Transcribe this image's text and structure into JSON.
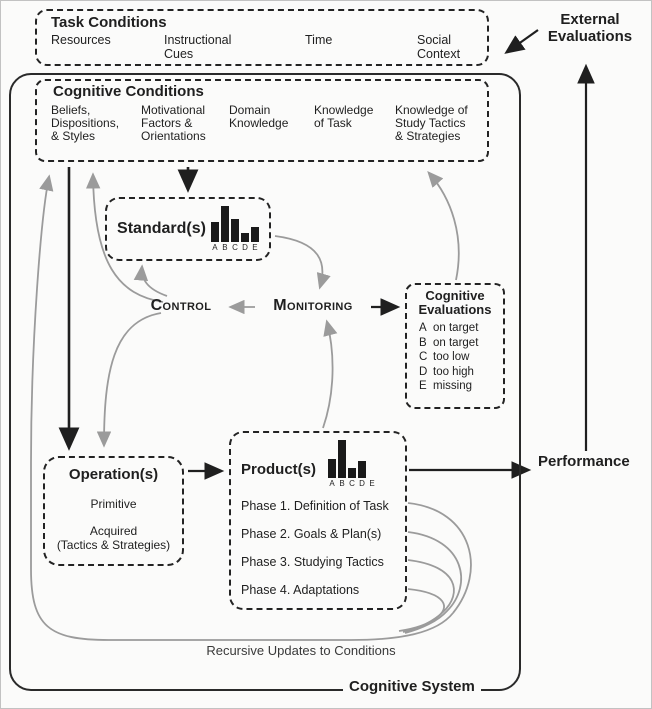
{
  "colors": {
    "ink": "#1f1f1f",
    "arrow_gray": "#9b9b9b",
    "background": "#fbfbfa"
  },
  "task_conditions": {
    "title": "Task Conditions",
    "items": [
      "Resources",
      "Instructional\nCues",
      "Time",
      "Social\nContext"
    ]
  },
  "cognitive_conditions": {
    "title": "Cognitive Conditions",
    "items": [
      "Beliefs,\nDispositions,\n& Styles",
      "Motivational\nFactors &\nOrientations",
      "Domain\nKnowledge",
      "Knowledge\nof Task",
      "Knowledge of\nStudy Tactics\n& Strategies"
    ]
  },
  "standards": {
    "label": "Standard(s)",
    "chart": {
      "type": "bar",
      "labels": [
        "A",
        "B",
        "C",
        "D",
        "E"
      ],
      "values": [
        55,
        100,
        65,
        25,
        42
      ]
    }
  },
  "control": {
    "label": "Control"
  },
  "monitoring": {
    "label": "Monitoring"
  },
  "cognitive_evaluations": {
    "title": "Cognitive\nEvaluations",
    "items": [
      {
        "key": "A",
        "value": "on target"
      },
      {
        "key": "B",
        "value": "on target"
      },
      {
        "key": "C",
        "value": "too low"
      },
      {
        "key": "D",
        "value": "too high"
      },
      {
        "key": "E",
        "value": "missing"
      }
    ]
  },
  "operations": {
    "title": "Operation(s)",
    "items": [
      "Primitive",
      "Acquired\n(Tactics & Strategies)"
    ]
  },
  "products": {
    "label": "Product(s)",
    "chart": {
      "type": "bar",
      "labels": [
        "A",
        "B",
        "C",
        "D",
        "E"
      ],
      "values": [
        50,
        100,
        25,
        45,
        0
      ]
    },
    "phases": [
      "Phase 1. Definition of Task",
      "Phase 2. Goals & Plan(s)",
      "Phase 3. Studying Tactics",
      "Phase 4. Adaptations"
    ]
  },
  "external_evaluations": {
    "label": "External\nEvaluations"
  },
  "performance": {
    "label": "Performance"
  },
  "recursive_note": {
    "label": "Recursive Updates to Conditions"
  },
  "system": {
    "label": "Cognitive System"
  }
}
